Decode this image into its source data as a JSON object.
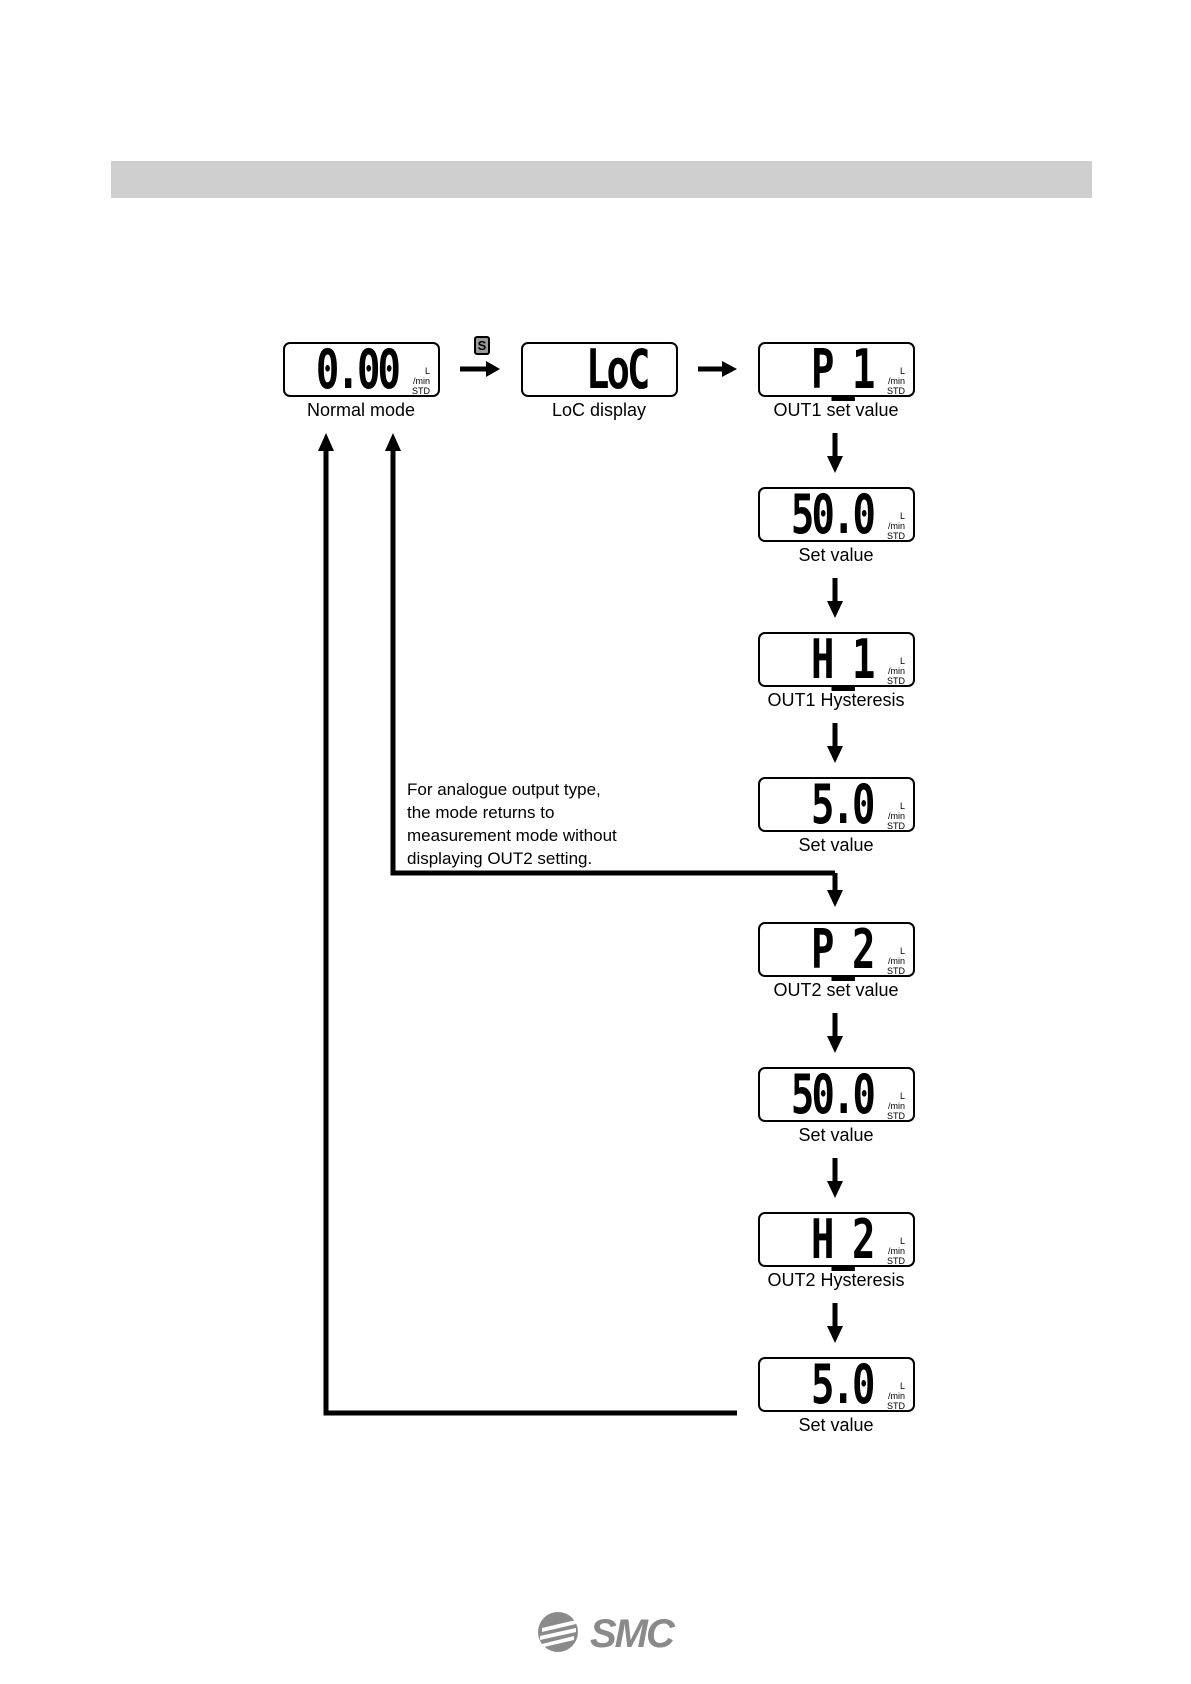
{
  "units": {
    "line1": "L",
    "line2": "/min",
    "line3": "STD"
  },
  "s_button": "S",
  "nodes": [
    {
      "display": "0.00",
      "caption": "Normal mode"
    },
    {
      "display": "LoC",
      "caption": "LoC display"
    },
    {
      "display": "P_1",
      "caption": "OUT1 set value"
    },
    {
      "display": "50.0",
      "caption": "Set value"
    },
    {
      "display": "H_1",
      "caption": "OUT1 Hysteresis"
    },
    {
      "display": "5.0",
      "caption": "Set value"
    },
    {
      "display": "P_2",
      "caption": "OUT2 set value"
    },
    {
      "display": "50.0",
      "caption": "Set value"
    },
    {
      "display": "H_2",
      "caption": "OUT2 Hysteresis"
    },
    {
      "display": "5.0",
      "caption": "Set value"
    }
  ],
  "note": {
    "line1": "For analogue output type,",
    "line2": "the mode returns to",
    "line3": "measurement mode without",
    "line4": "displaying OUT2 setting."
  },
  "logo": {
    "text": "SMC"
  }
}
